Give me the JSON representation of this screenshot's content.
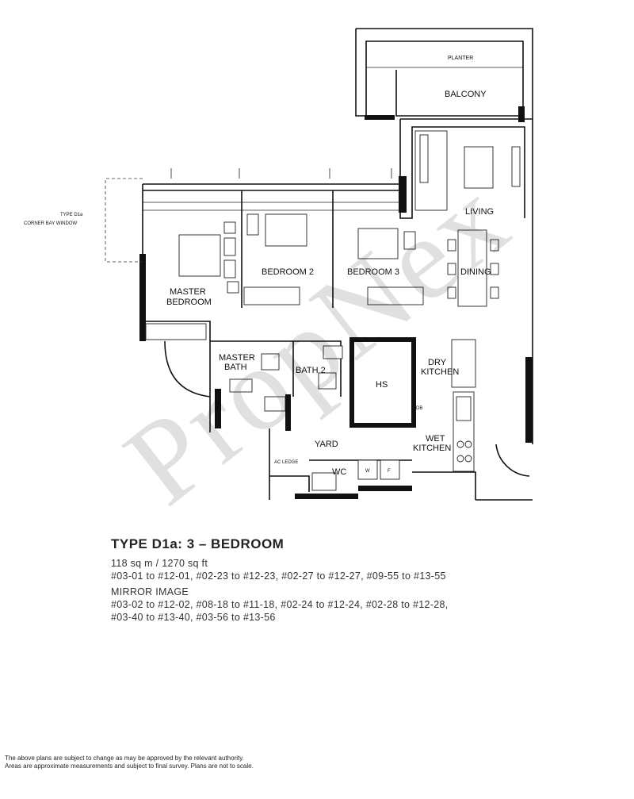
{
  "watermark": "PropNex",
  "floor_plan": {
    "labels": {
      "planter": "PLANTER",
      "balcony": "BALCONY",
      "living": "LIVING",
      "dining": "DINING",
      "corner_bay_window_1": "TYPE D1a",
      "corner_bay_window_2": "CORNER BAY WINDOW",
      "master_bedroom_1": "MASTER",
      "master_bedroom_2": "BEDROOM",
      "bedroom2": "BEDROOM 2",
      "bedroom3": "BEDROOM 3",
      "master_bath_1": "MASTER",
      "master_bath_2": "BATH",
      "bath2": "BATH 2",
      "hs": "HS",
      "dry_kitchen_1": "DRY",
      "dry_kitchen_2": "KITCHEN",
      "db": "DB",
      "yard": "YARD",
      "wet_kitchen_1": "WET",
      "wet_kitchen_2": "KITCHEN",
      "ac_ledge": "AC LEDGE",
      "wc": "WC",
      "washer": "W",
      "fridge": "F"
    }
  },
  "unit_info": {
    "title": "TYPE D1a: 3 – BEDROOM",
    "area": "118 sq m / 1270 sq ft",
    "units": "#03-01 to #12-01, #02-23 to #12-23, #02-27 to #12-27, #09-55 to #13-55",
    "mirror_heading": "MIRROR IMAGE",
    "mirror_units_1": "#03-02 to #12-02, #08-18 to #11-18, #02-24 to #12-24, #02-28 to #12-28,",
    "mirror_units_2": "#03-40 to #13-40, #03-56 to #13-56"
  },
  "disclaimer": {
    "line1": "The above plans are subject to change as may be approved by the relevant authority.",
    "line2": "Areas are approximate measurements and subject to final survey. Plans are not to scale."
  }
}
